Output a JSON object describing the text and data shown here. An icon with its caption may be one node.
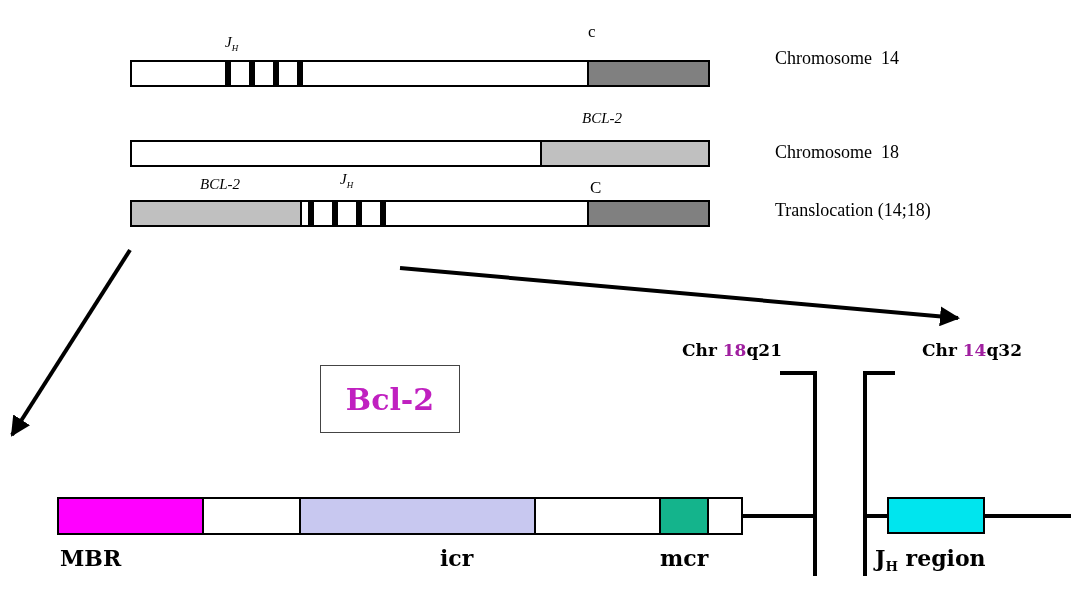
{
  "diagram": {
    "nodes": [
      {
        "text": [
          "J$_{H}$",
          "c"
        ],
        "beside": [
          "Chromosome  14"
        ]
      },
      {
        "text": [
          "BCL-2"
        ],
        "beside": [
          "Chromosome  18"
        ]
      },
      {
        "text": [
          "BCL-2",
          "J$_{H}$",
          "C"
        ],
        "beside": [
          "Translocation (14;18)"
        ]
      },
      {
        "text": [
          "Bcl-2"
        ]
      }
    ],
    "edges": [
      {
        "from": 2,
        "to": null,
        "arrow": "to"
      },
      {
        "from": 2,
        "to": null,
        "arrow": "to"
      }
    ],
    "labels": [
      "Chr 18q21",
      "Chr 14q32",
      "MBR",
      "icr",
      "mcr",
      "J$_{H}$ region"
    ]
  }
}
